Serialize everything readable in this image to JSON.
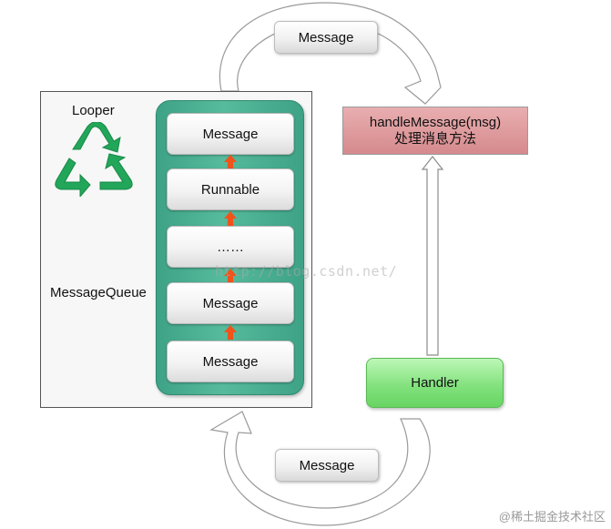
{
  "looper": {
    "label": "Looper",
    "icon": "recycle-icon"
  },
  "message_queue": {
    "label": "MessageQueue",
    "items": [
      "Message",
      "Runnable",
      "……",
      "Message",
      "Message"
    ]
  },
  "handle_message": {
    "line1": "handleMessage(msg)",
    "line2": "处理消息方法"
  },
  "handler": {
    "label": "Handler"
  },
  "flow_labels": {
    "top": "Message",
    "bottom": "Message"
  },
  "watermark": "http://blog.csdn.net/",
  "credit": "@稀土掘金技术社区",
  "colors": {
    "queue_green": "#4db294",
    "handle_box_red": "#dc9799",
    "handler_green": "#7fe07a",
    "recycle_green": "#22a65a",
    "queue_arrow_orange": "#f0531b"
  }
}
